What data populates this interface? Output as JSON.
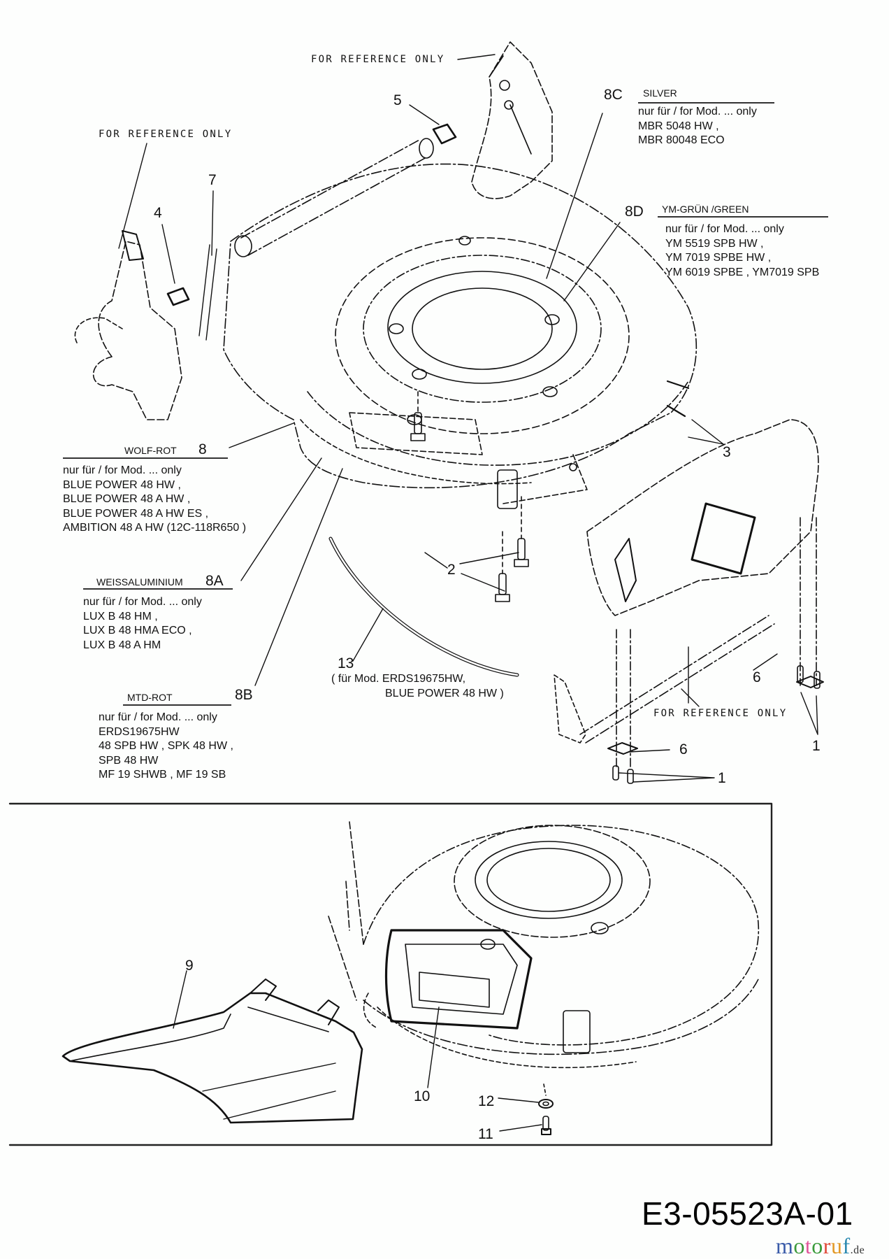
{
  "diagram": {
    "drawing_code": "E3-05523A-01",
    "watermark": {
      "text": "motoruf",
      "suffix": ".de",
      "colors": [
        "#3a5ba9",
        "#3c9a3c",
        "#e0559a",
        "#3a9a3a",
        "#e04a3a",
        "#e39a2a",
        "#2c8ab0"
      ]
    },
    "reference_labels": [
      "FOR REFERENCE ONLY",
      "FOR REFERENCE ONLY",
      "FOR REFERENCE ONLY"
    ],
    "callouts": {
      "c1a": "1",
      "c1b": "1",
      "c2": "2",
      "c3": "3",
      "c4": "4",
      "c5": "5",
      "c6a": "6",
      "c6b": "6",
      "c7": "7",
      "c9": "9",
      "c10": "10",
      "c11": "11",
      "c12": "12",
      "c13": "13"
    },
    "variants": {
      "v8": {
        "id": "8",
        "color": "WOLF-ROT",
        "lines": [
          "nur für / for  Mod. ...  only",
          "BLUE POWER 48 HW ,",
          "BLUE POWER 48 A HW ,",
          "BLUE POWER 48 A HW ES ,",
          "AMBITION 48 A HW (12C-118R650 )"
        ]
      },
      "v8a": {
        "id": "8A",
        "color": "WEISSALUMINIUM",
        "lines": [
          "nur für / for  Mod. ...  only",
          "LUX B 48 HM ,",
          "LUX B 48 HMA ECO ,",
          "LUX B 48 A HM"
        ]
      },
      "v8b": {
        "id": "8B",
        "color": "MTD-ROT",
        "lines": [
          "nur für / for  Mod. ...  only",
          "ERDS19675HW",
          "48 SPB HW , SPK 48 HW ,",
          "SPB 48 HW",
          "MF 19 SHWB ,  MF 19 SB"
        ]
      },
      "v8c": {
        "id": "8C",
        "color": "SILVER",
        "lines": [
          "nur für / for  Mod. ...  only",
          "MBR 5048  HW ,",
          "MBR 80048 ECO"
        ]
      },
      "v8d": {
        "id": "8D",
        "color": "YM-GRÜN /GREEN",
        "lines": [
          "nur für / for  Mod. ...  only",
          "YM 5519 SPB HW ,",
          "YM 7019 SPBE HW ,",
          "YM 6019 SPBE ,  YM7019 SPB"
        ]
      }
    },
    "part13_note": [
      "( für Mod. ERDS19675HW,",
      "BLUE POWER 48 HW )"
    ]
  }
}
